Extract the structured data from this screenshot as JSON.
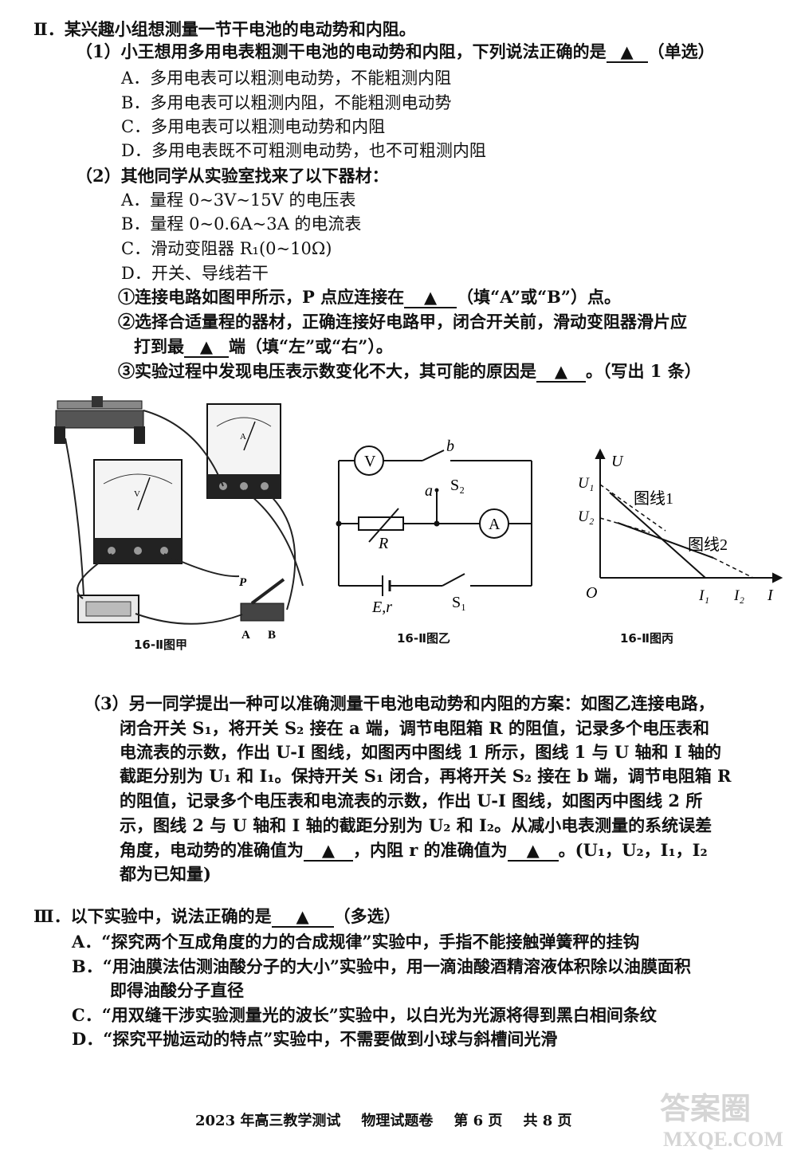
{
  "section2": {
    "heading": "Ⅱ．某兴趣小组想测量一节干电池的电动势和内阻。",
    "q1": {
      "stem_pre": "（1）小王想用多用电表粗测干电池的电动势和内阻，下列说法正确的是",
      "blank": "▲",
      "stem_post": "（单选）",
      "options": [
        "A．多用电表可以粗测电动势，不能粗测内阻",
        "B．多用电表可以粗测内阻，不能粗测电动势",
        "C．多用电表可以粗测电动势和内阻",
        "D．多用电表既不可粗测电动势，也不可粗测内阻"
      ]
    },
    "q2": {
      "stem": "（2）其他同学从实验室找来了以下器材：",
      "options": [
        "A．量程 0~3V~15V 的电压表",
        "B．量程 0~0.6A~3A 的电流表",
        "C．滑动变阻器 R₁(0~10Ω)",
        "D．开关、导线若干"
      ],
      "sub1_pre": "①连接电路如图甲所示，P 点应连接在",
      "sub1_blank": "▲",
      "sub1_post": "（填“A”或“B”）点。",
      "sub2_line1": "②选择合适量程的器材，正确连接好电路甲，闭合开关前，滑动变阻器滑片应",
      "sub2_pre": "打到最",
      "sub2_blank": "▲",
      "sub2_post": "端（填“左”或“右”）。",
      "sub3_pre": "③实验过程中发现电压表示数变化不大，其可能的原因是",
      "sub3_blank": "▲",
      "sub3_post": "。（写出 1 条）"
    },
    "figures": {
      "fig_a_caption": "16-Ⅱ图甲",
      "fig_a_labels": {
        "P": "P",
        "A": "A",
        "B": "B",
        "V": "V",
        "Am": "A"
      },
      "fig_b_caption": "16-Ⅱ图乙",
      "fig_b_labels": {
        "V": "V",
        "b": "b",
        "a": "a",
        "S2": "S₂",
        "A": "A",
        "R": "R",
        "Er": "E,r",
        "S1": "S₁"
      },
      "fig_c_caption": "16-Ⅱ图丙",
      "fig_c_labels": {
        "U": "U",
        "U1": "U₁",
        "U2": "U₂",
        "O": "O",
        "I": "I",
        "I1": "I₁",
        "I2": "I₂",
        "line1": "图线1",
        "line2": "图线2"
      }
    },
    "q3": {
      "line1": "（3）另一同学提出一种可以准确测量干电池电动势和内阻的方案：如图乙连接电路，",
      "line2": "闭合开关 S₁，将开关 S₂ 接在 a 端，调节电阻箱 R 的阻值，记录多个电压表和",
      "line3": "电流表的示数，作出 U-I 图线，如图丙中图线 1 所示，图线 1 与 U 轴和 I 轴的",
      "line4": "截距分别为 U₁ 和 I₁。保持开关 S₁ 闭合，再将开关 S₂ 接在 b 端，调节电阻箱 R",
      "line5": "的阻值，记录多个电压表和电流表的示数，作出 U-I 图线，如图丙中图线 2 所",
      "line6": "示，图线 2 与 U 轴和 I 轴的截距分别为 U₂ 和 I₂。从减小电表测量的系统误差",
      "line7_pre": "角度，电动势的准确值为",
      "line7_blank1": "▲",
      "line7_mid": "，内阻 r 的准确值为",
      "line7_blank2": "▲",
      "line7_post": "。(U₁，U₂，I₁，I₂",
      "line8": "都为已知量)"
    }
  },
  "section3": {
    "stem_pre": "Ⅲ．以下实验中，说法正确的是",
    "blank": "▲",
    "stem_post": "（多选）",
    "optA": "A．“探究两个互成角度的力的合成规律”实验中，手指不能接触弹簧秤的挂钩",
    "optB1": "B．“用油膜法估测油酸分子的大小”实验中，用一滴油酸酒精溶液体积除以油膜面积",
    "optB2": "即得油酸分子直径",
    "optC": "C．“用双缝干涉实验测量光的波长”实验中，以白光为光源将得到黑白相间条纹",
    "optD": "D．“探究平抛运动的特点”实验中，不需要做到小球与斜槽间光滑"
  },
  "footer": {
    "exam": "2023 年高三教学测试",
    "subject": "物理试题卷",
    "page": "第 6 页",
    "total": "共 8 页"
  },
  "watermark": {
    "text1": "答案圈",
    "text2": "MXQE.COM"
  }
}
